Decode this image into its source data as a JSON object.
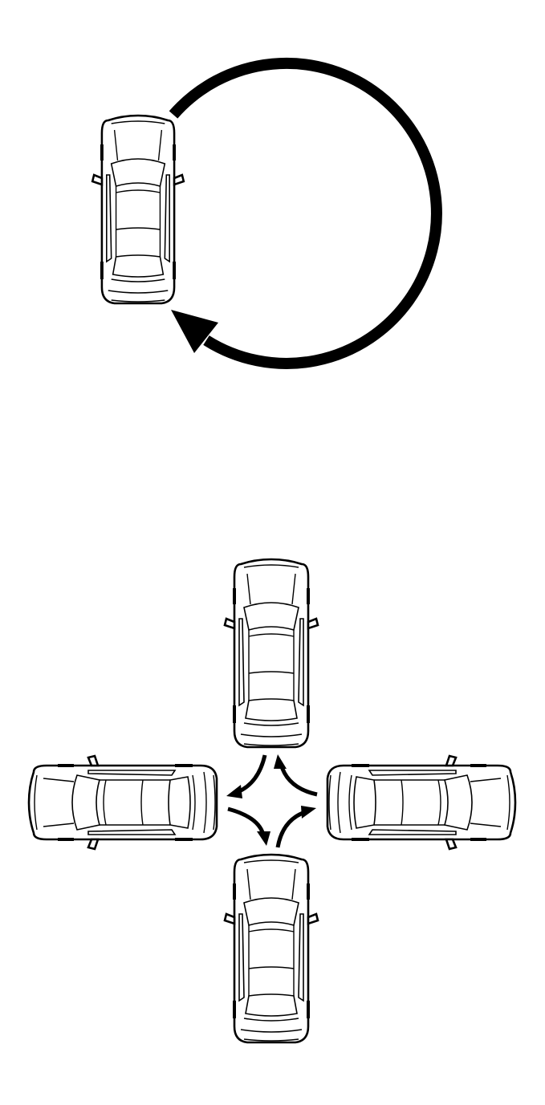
{
  "diagram": {
    "panels": [
      {
        "id": "circle-maneuver",
        "cars": [
          {
            "orientation": "north"
          }
        ],
        "arrows": [
          {
            "kind": "circular-loop",
            "direction": "clockwise"
          }
        ]
      },
      {
        "id": "intersection-maneuver",
        "cars": [
          {
            "position": "top",
            "orientation": "north"
          },
          {
            "position": "left",
            "orientation": "west"
          },
          {
            "position": "right",
            "orientation": "east"
          },
          {
            "position": "bottom",
            "orientation": "north"
          }
        ],
        "arrows": [
          {
            "kind": "curved",
            "from": "top",
            "to": "left"
          },
          {
            "kind": "curved",
            "from": "right",
            "to": "top"
          },
          {
            "kind": "curved",
            "from": "left",
            "to": "bottom"
          },
          {
            "kind": "curved",
            "from": "bottom",
            "to": "right"
          }
        ]
      }
    ],
    "colors": {
      "ink": "#000000",
      "background": "#ffffff"
    }
  }
}
